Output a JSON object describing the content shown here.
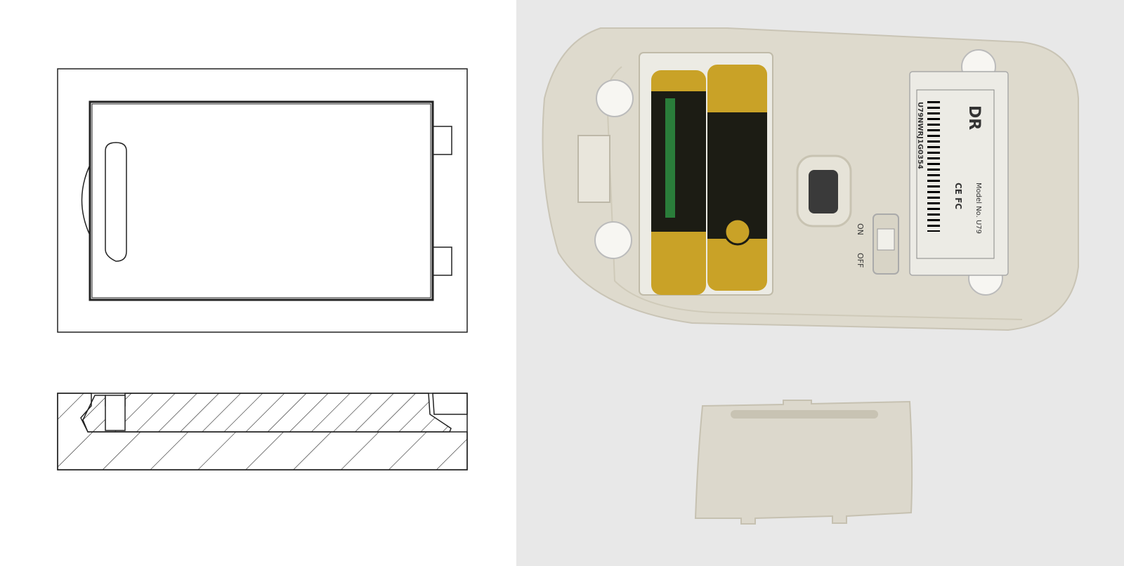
{
  "drawing": {
    "views": [
      "top-view",
      "cross-section"
    ]
  },
  "photo": {
    "label": {
      "brand": "DR",
      "model": "Model No. U79",
      "serial": "U79NWRJ1G0354",
      "certs": "CE FC"
    },
    "switch": {
      "on_label": "ON",
      "off_label": "OFF"
    },
    "colors": {
      "background": "#e8e8e8",
      "mouse_body": "#dedacd",
      "battery_gold": "#c9a227",
      "battery_black": "#1c1c14"
    }
  }
}
